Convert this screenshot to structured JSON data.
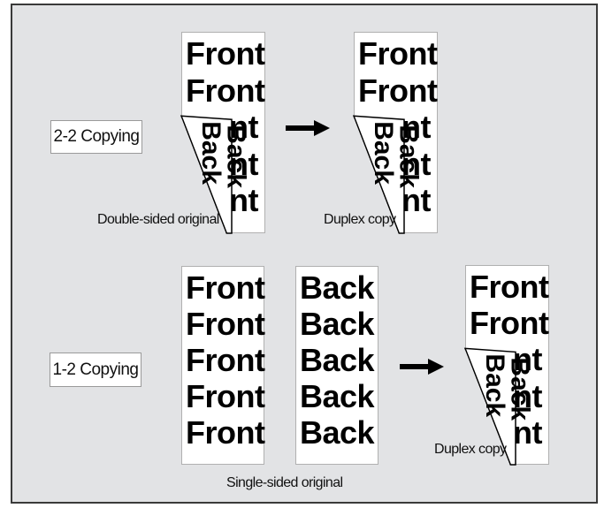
{
  "rows": [
    {
      "label": "2-2 Copying",
      "caption_left": "Double-sided original",
      "caption_right": "Duplex copy"
    },
    {
      "label": "1-2 Copying",
      "caption_left": "Single-sided original",
      "caption_right": "Duplex copy"
    }
  ],
  "front_word": "Front",
  "back_word": "Back",
  "curl_word": "Back",
  "partial_front": "nt",
  "colors": {
    "panel": "#e2e3e5",
    "border": "#3a3a3a",
    "ink": "#000000"
  }
}
